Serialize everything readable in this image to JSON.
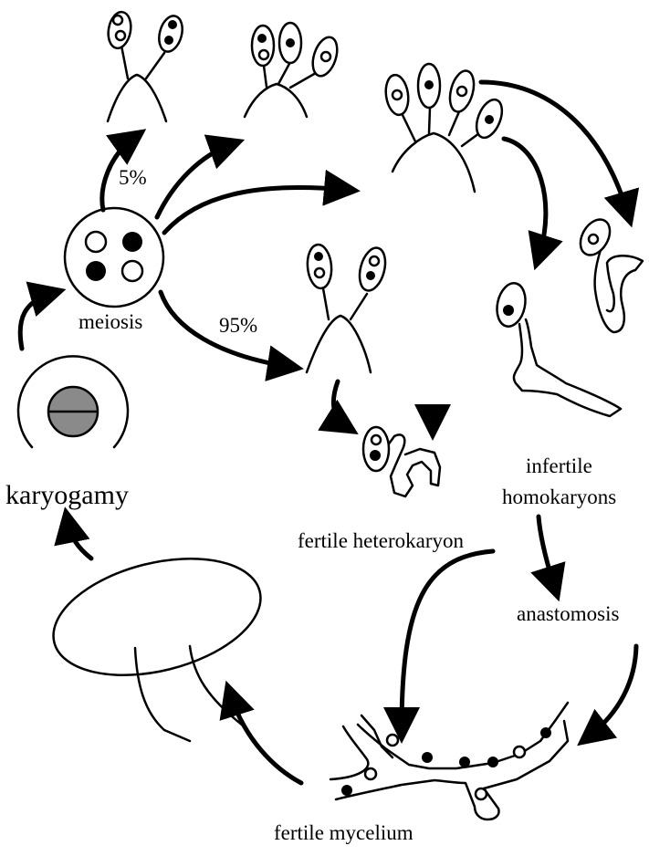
{
  "labels": {
    "pct_small": "5%",
    "pct_large": "95%",
    "meiosis": "meiosis",
    "karyogamy": "karyogamy",
    "infertile_line1": "infertile",
    "infertile_line2": "homokaryons",
    "fertile_heterokaryon": "fertile heterokaryon",
    "anastomosis": "anastomosis",
    "fertile_mycelium": "fertile mycelium"
  },
  "colors": {
    "ink": "#000000",
    "background": "#ffffff",
    "fused_nucleus": "#8a8a8a"
  }
}
